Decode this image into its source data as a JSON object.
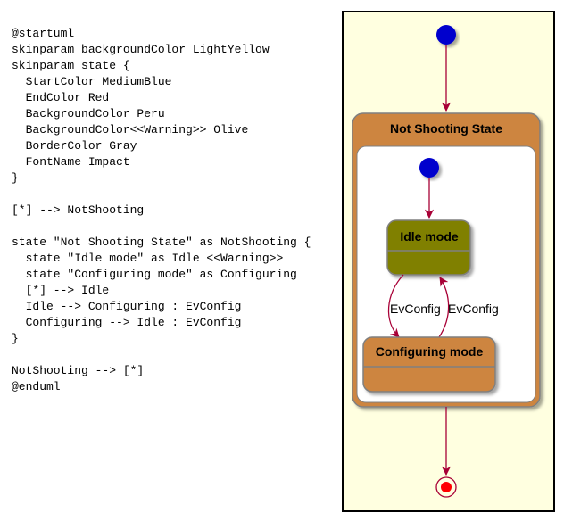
{
  "source_code": {
    "lines": [
      "@startuml",
      "skinparam backgroundColor LightYellow",
      "skinparam state {",
      "  StartColor MediumBlue",
      "  EndColor Red",
      "  BackgroundColor Peru",
      "  BackgroundColor<<Warning>> Olive",
      "  BorderColor Gray",
      "  FontName Impact",
      "}",
      "",
      "[*] --> NotShooting",
      "",
      "state \"Not Shooting State\" as NotShooting {",
      "  state \"Idle mode\" as Idle <<Warning>>",
      "  state \"Configuring mode\" as Configuring",
      "  [*] --> Idle",
      "  Idle --> Configuring : EvConfig",
      "  Configuring --> Idle : EvConfig",
      "}",
      "",
      "NotShooting --> [*]",
      "@enduml"
    ]
  },
  "diagram": {
    "composite_state": {
      "title": "Not Shooting State"
    },
    "states": {
      "idle": {
        "title": "Idle mode"
      },
      "configuring": {
        "title": "Configuring mode"
      }
    },
    "transitions": {
      "idle_to_configuring": "EvConfig",
      "configuring_to_idle": "EvConfig"
    }
  },
  "colors": {
    "background": "#FFFFE0",
    "start": "#0000CD",
    "end": "#FF0000",
    "state_fill": "#CD853F",
    "warning_fill": "#808000",
    "border": "#808080",
    "arrow": "#A80036"
  }
}
